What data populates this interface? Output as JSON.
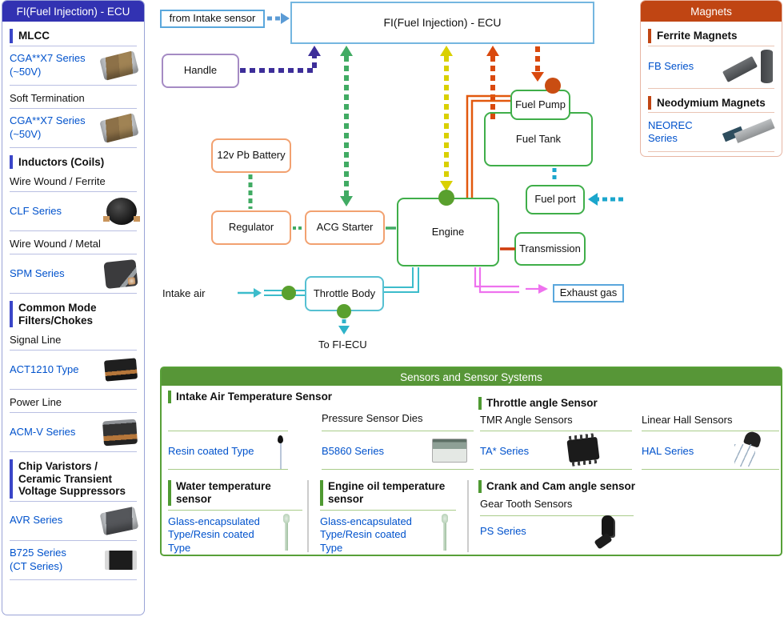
{
  "colors": {
    "sidebar_header_bg": "#3232b2",
    "magnets_header_bg": "#c04513",
    "sensors_header_bg": "#579637",
    "link_blue": "#0052cc",
    "dash_purple": "#3d2e99",
    "dash_green": "#41ab63",
    "dash_yellow": "#d9d000",
    "dash_red": "#d9490e",
    "dash_teal": "#1ba6cc",
    "line_orange": "#e2590e",
    "line_pink": "#ee72ee",
    "line_teal": "#3cbccb",
    "node_green": "#3fae49",
    "node_orange": "#f2a170",
    "circle_green": "#59a02e",
    "circle_orange": "#c94d12"
  },
  "sidebar": {
    "title": "FI(Fuel Injection) - ECU",
    "items": [
      {
        "label": "MLCC"
      },
      {
        "label": "CGA**X7 Series\n(~50V)",
        "icon": "mlcc-chip-photo"
      },
      {
        "label": "Soft Termination"
      },
      {
        "label": "CGA**X7 Series\n(~50V)",
        "icon": "mlcc-chip-photo"
      },
      {
        "label": "Inductors (Coils)"
      },
      {
        "label": "Wire Wound / Ferrite"
      },
      {
        "label": "CLF Series",
        "icon": "ferrite-coil-photo"
      },
      {
        "label": "Wire Wound / Metal"
      },
      {
        "label": "SPM Series",
        "icon": "metal-coil-photo"
      },
      {
        "label": "Common Mode\nFilters/Chokes"
      },
      {
        "label": "Signal Line"
      },
      {
        "label": "ACT1210 Type",
        "icon": "act1210-photo"
      },
      {
        "label": "Power Line"
      },
      {
        "label": "ACM-V Series",
        "icon": "acm-v-photo"
      },
      {
        "label": "Chip Varistors /\nCeramic Transient\nVoltage Suppressors"
      },
      {
        "label": "AVR Series",
        "icon": "avr-chip-photo"
      },
      {
        "label": "B725 Series\n(CT Series)",
        "icon": "b725-chip-photo"
      }
    ]
  },
  "magnets": {
    "title": "Magnets",
    "section1": "Ferrite Magnets",
    "link1": "FB Series",
    "icon1": "ferrite-magnet-photo",
    "section2": "Neodymium Magnets",
    "link2": "NEOREC Series",
    "icon2": "neodymium-magnet-photo"
  },
  "diagram": {
    "from_intake_sensor": "from Intake sensor",
    "ecu": "FI(Fuel Injection) - ECU",
    "handle": "Handle",
    "battery": "12v Pb Battery",
    "regulator": "Regulator",
    "acg_starter": "ACG Starter",
    "engine": "Engine",
    "fuel_pump": "Fuel Pump",
    "fuel_tank": "Fuel Tank",
    "fuel_port": "Fuel port",
    "transmission": "Transmission",
    "throttle_body": "Throttle Body",
    "intake_air": "Intake air",
    "to_fi_ecu": "To FI-ECU",
    "exhaust_gas": "Exhaust gas"
  },
  "sensors": {
    "title": "Sensors and Sensor Systems",
    "intake_header": "Intake Air Temperature Sensor",
    "resin_link": "Resin coated Type",
    "resin_icon": "resin-sensor-photo",
    "pressure_label": "Pressure Sensor Dies",
    "b5860_link": "B5860 Series",
    "b5860_icon": "pressure-die-photo",
    "throttle_header": "Throttle angle Sensor",
    "tmr_label": "TMR Angle Sensors",
    "ta_link": "TA* Series",
    "ta_icon": "tmr-chip-photo",
    "hall_label": "Linear Hall Sensors",
    "hal_link": "HAL Series",
    "hal_icon": "hall-sensor-photo",
    "water_header": "Water temperature\nsensor",
    "water_link": "Glass-encapsulated\nType/Resin coated\nType",
    "water_icon": "glass-sensor-photo",
    "oil_header": "Engine oil temperature\nsensor",
    "oil_link": "Glass-encapsulated\nType/Resin coated\nType",
    "oil_icon": "glass-sensor-photo",
    "crank_header": "Crank and Cam angle sensor",
    "gear_label": "Gear Tooth Sensors",
    "ps_link": "PS Series",
    "ps_icon": "gear-tooth-sensor-photo"
  }
}
